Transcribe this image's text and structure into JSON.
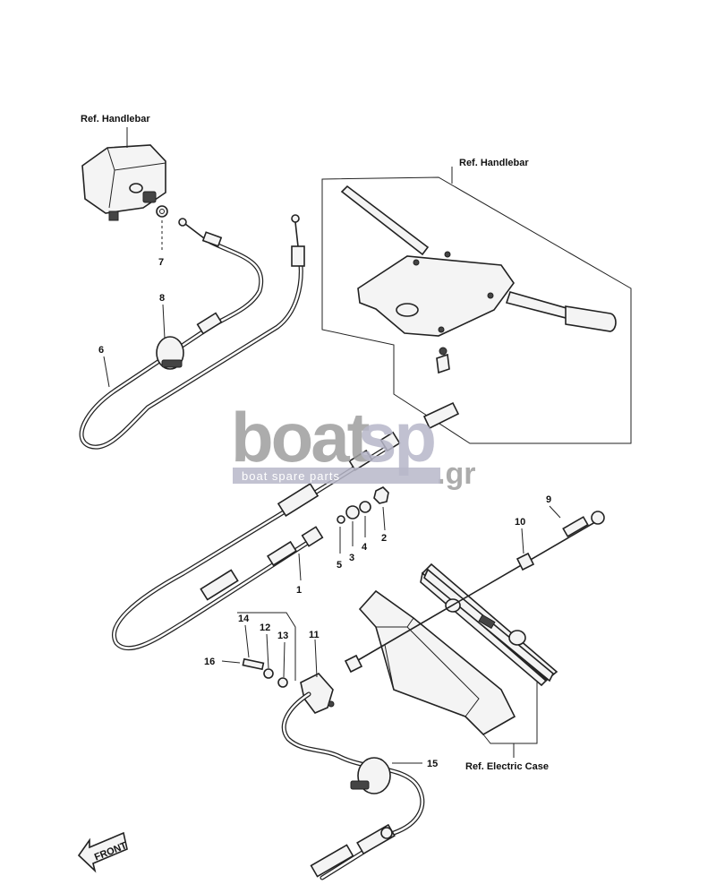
{
  "refs": {
    "handlebar_left": "Ref. Handlebar",
    "handlebar_right": "Ref. Handlebar",
    "electric_case": "Ref. Electric Case"
  },
  "callouts": {
    "n1": "1",
    "n2": "2",
    "n3": "3",
    "n4": "4",
    "n5": "5",
    "n6": "6",
    "n7": "7",
    "n8": "8",
    "n9": "9",
    "n10": "10",
    "n11": "11",
    "n12": "12",
    "n13": "13",
    "n14": "14",
    "n15": "15",
    "n16": "16"
  },
  "watermark": {
    "word1": "boat",
    "word2": "sp",
    "suffix": ".gr",
    "tagline": "boat spare parts"
  },
  "front_marker": "FRONT"
}
